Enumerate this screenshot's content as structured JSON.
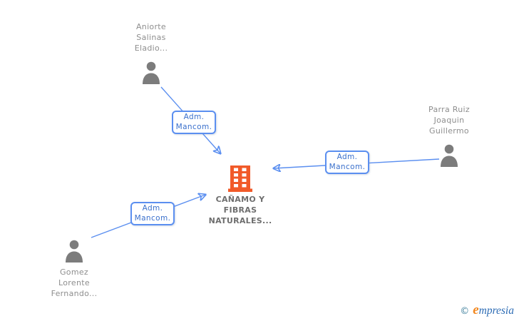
{
  "diagram": {
    "type": "corporate-relationship-graph",
    "company": {
      "lines": [
        "CAÑAMO Y",
        "FIBRAS",
        "NATURALES..."
      ]
    },
    "people": [
      {
        "id": "aniorte-salinas-eladio",
        "lines": [
          "Aniorte",
          "Salinas",
          "Eladio..."
        ]
      },
      {
        "id": "parra-ruiz-joaquin-guillermo",
        "lines": [
          "Parra Ruiz",
          "Joaquin",
          "Guillermo"
        ]
      },
      {
        "id": "gomez-lorente-fernando",
        "lines": [
          "Gomez",
          "Lorente",
          "Fernando..."
        ]
      }
    ],
    "relations": [
      {
        "from": "Aniorte Salinas Eladio...",
        "to": "CAÑAMO Y FIBRAS NATURALES...",
        "label_lines": [
          "Adm.",
          "Mancom."
        ]
      },
      {
        "from": "Parra Ruiz Joaquin Guillermo",
        "to": "CAÑAMO Y FIBRAS NATURALES...",
        "label_lines": [
          "Adm.",
          "Mancom."
        ]
      },
      {
        "from": "Gomez Lorente Fernando...",
        "to": "CAÑAMO Y FIBRAS NATURALES...",
        "label_lines": [
          "Adm.",
          "Mancom."
        ]
      }
    ]
  },
  "watermark": {
    "copyright_symbol": "©",
    "brand_initial": "e",
    "brand_rest": "mpresia"
  },
  "colors": {
    "edge_blue": "#5b8ff0",
    "label_text_blue": "#3a70cc",
    "person_gray": "#7c7c7c",
    "name_gray": "#8e8e8e",
    "company_text_gray": "#6e6e6e",
    "building_orange": "#f15a29",
    "logo_teal": "#43839f",
    "logo_blue": "#2d6cb5",
    "logo_orange": "#f2871e"
  }
}
